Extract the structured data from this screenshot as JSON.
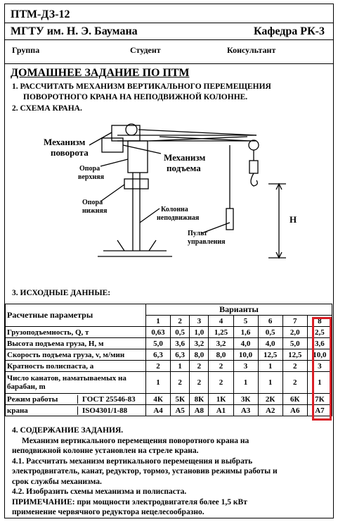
{
  "header": {
    "code": "ПТМ-ДЗ-12",
    "university": "МГТУ им. Н. Э. Баумана",
    "department": "Кафедра РК-3",
    "group": "Группа",
    "student": "Студент",
    "consultant": "Консультант"
  },
  "title": "ДОМАШНЕЕ ЗАДАНИЕ ПО ПТМ",
  "items": {
    "item1_line1": "1. РАССЧИТАТЬ МЕХАНИЗМ ВЕРТИКАЛЬНОГО ПЕРЕМЕЩЕНИЯ",
    "item1_line2": "ПОВОРОТНОГО КРАНА НА НЕПОДВИЖНОЙ КОЛОННЕ.",
    "item2": "2. СХЕМА КРАНА.",
    "item3": "3. ИСХОДНЫЕ ДАННЫЕ:"
  },
  "diagram": {
    "rotation_mech_1": "Механизм",
    "rotation_mech_2": "поворота",
    "lift_mech_1": "Механизм",
    "lift_mech_2": "подъема",
    "upper_support_1": "Опора",
    "upper_support_2": "верхняя",
    "lower_support_1": "Опора",
    "lower_support_2": "нижняя",
    "column_1": "Колонна",
    "column_2": "неподвижная",
    "remote_1": "Пульт",
    "remote_2": "управления",
    "height_label": "Н"
  },
  "table": {
    "params_header": "Расчетные параметры",
    "variants_header": "Варианты",
    "variant_numbers": [
      "1",
      "2",
      "3",
      "4",
      "5",
      "6",
      "7",
      "8"
    ],
    "rows": [
      {
        "label": "Грузоподъемность, Q, т",
        "values": [
          "0,63",
          "0,5",
          "1,0",
          "1,25",
          "1,6",
          "0,5",
          "2,0",
          "2,5"
        ]
      },
      {
        "label": "Высота подъема груза, Н, м",
        "values": [
          "5,0",
          "3,6",
          "3,2",
          "3,2",
          "4,0",
          "4,0",
          "5,0",
          "3,6"
        ]
      },
      {
        "label": "Скорость подъема груза, v, м/мин",
        "values": [
          "6,3",
          "6,3",
          "8,0",
          "8,0",
          "10,0",
          "12,5",
          "12,5",
          "10,0"
        ]
      },
      {
        "label": "Кратность полиспаста, а",
        "values": [
          "2",
          "1",
          "2",
          "2",
          "3",
          "1",
          "2",
          "3"
        ]
      },
      {
        "label": "Число канатов, наматываемых на барабан, m",
        "values": [
          "1",
          "2",
          "2",
          "2",
          "1",
          "1",
          "2",
          "1"
        ]
      }
    ],
    "mode_label_1": "Режим работы",
    "mode_label_2": "крана",
    "gost_label": "ГОСТ 25546-83",
    "iso_label": "ISO4301/1-88",
    "gost_values": [
      "4К",
      "5К",
      "8К",
      "1К",
      "3К",
      "2К",
      "6К",
      "7К"
    ],
    "iso_values": [
      "А4",
      "А5",
      "А8",
      "А1",
      "А3",
      "А2",
      "А6",
      "А7"
    ]
  },
  "content": {
    "heading": "4. СОДЕРЖАНИЕ ЗАДАНИЯ.",
    "p1_line1": "Механизм вертикального перемещения поворотного крана на",
    "p1_line2": "неподвижной колонне установлен на стреле крана.",
    "p2_line1": "4.1. Рассчитать механизм вертикального перемещения и выбрать",
    "p2_line2": "электродвигатель, канат, редуктор, тормоз, установив режимы работы и",
    "p2_line3": "срок службы механизма.",
    "p3": "4.2. Изобразить схемы механизма и полиспаста.",
    "note_line1": "ПРИМЕЧАНИЕ: при мощности электродвигателя более 1,5 кВт",
    "note_line2": "применение червячного редуктора нецелесообразно."
  },
  "colors": {
    "highlight": "#d91f26"
  }
}
